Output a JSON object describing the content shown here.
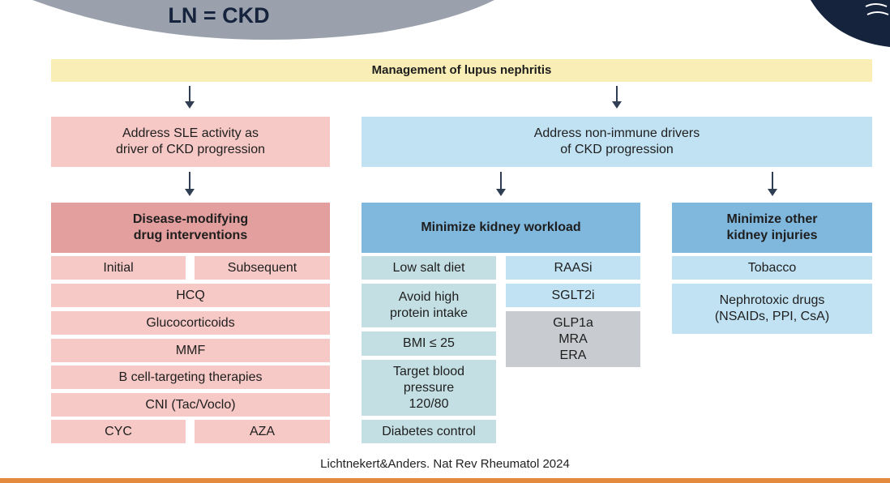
{
  "header": {
    "title": "LN = CKD"
  },
  "diagram": {
    "top": "Management of lupus nephritis",
    "left_branch": "Address SLE activity as\ndriver of CKD progression",
    "right_branch": "Address non-immune drivers\nof CKD progression",
    "col1_head": "Disease-modifying\ndrug interventions",
    "col2_head": "Minimize kidney workload",
    "col3_head": "Minimize other\nkidney injuries",
    "col1": {
      "initial": "Initial",
      "subsequent": "Subsequent",
      "hcq": "HCQ",
      "glucocorticoids": "Glucocorticoids",
      "mmf": "MMF",
      "bcell": "B cell-targeting therapies",
      "cni": "CNI (Tac/Voclo)",
      "cyc": "CYC",
      "aza": "AZA"
    },
    "col2_left": {
      "salt": "Low salt diet",
      "protein": "Avoid high\nprotein intake",
      "bmi": "BMI ≤ 25",
      "bp": "Target blood\npressure\n120/80",
      "diabetes": "Diabetes control"
    },
    "col2_right": {
      "raasi": "RAASi",
      "sglt2i": "SGLT2i",
      "glp": "GLP1a\nMRA\nERA"
    },
    "col3": {
      "tobacco": "Tobacco",
      "nephrotoxic": "Nephrotoxic drugs\n(NSAIDs, PPI, CsA)"
    }
  },
  "citation": "Lichtnekert&Anders. Nat Rev Rheumatol 2024",
  "colors": {
    "header_navy": "#15233d",
    "pink": "#f6c9c6",
    "pink_head": "#e39f9d",
    "cyan": "#c1e2f3",
    "blue_head": "#7fb7dd",
    "teal": "#c4dfe3",
    "gray": "#c8cbcf",
    "yellow": "#f8eeb6",
    "bottom_bar": "#e48a3f"
  }
}
